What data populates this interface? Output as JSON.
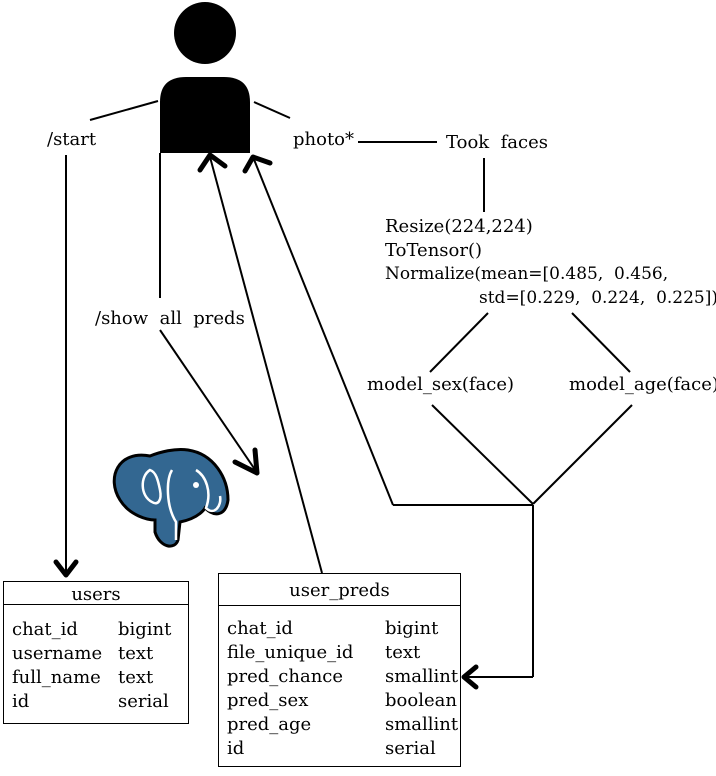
{
  "labels": {
    "start": "/start",
    "photo": "photo*",
    "took_faces": "Took  faces",
    "resize": "Resize(224,224)",
    "to_tensor": "ToTensor()",
    "normalize_1": "Normalize(mean=[0.485,  0.456,",
    "normalize_2": "std=[0.229,  0.224,  0.225]),",
    "show_all_preds": "/show  all  preds",
    "model_sex": "model_sex(face)",
    "model_age": "model_age(face)"
  },
  "tables": {
    "users": {
      "title": "users",
      "rows": [
        {
          "name": "chat_id",
          "type": "bigint"
        },
        {
          "name": "username",
          "type": "text"
        },
        {
          "name": "full_name",
          "type": "text"
        },
        {
          "name": "id",
          "type": "serial"
        }
      ]
    },
    "user_preds": {
      "title": "user_preds",
      "rows": [
        {
          "name": "chat_id",
          "type": "bigint"
        },
        {
          "name": "file_unique_id",
          "type": "text"
        },
        {
          "name": "pred_chance",
          "type": "smallint"
        },
        {
          "name": "pred_sex",
          "type": "boolean"
        },
        {
          "name": "pred_age",
          "type": "smallint"
        },
        {
          "name": "id",
          "type": "serial"
        }
      ]
    }
  },
  "icons": {
    "user": "user-icon",
    "database": "postgresql-elephant-icon"
  },
  "colors": {
    "line": "#000000",
    "elephant_fill": "#336791",
    "elephant_outline": "#ffffff"
  }
}
